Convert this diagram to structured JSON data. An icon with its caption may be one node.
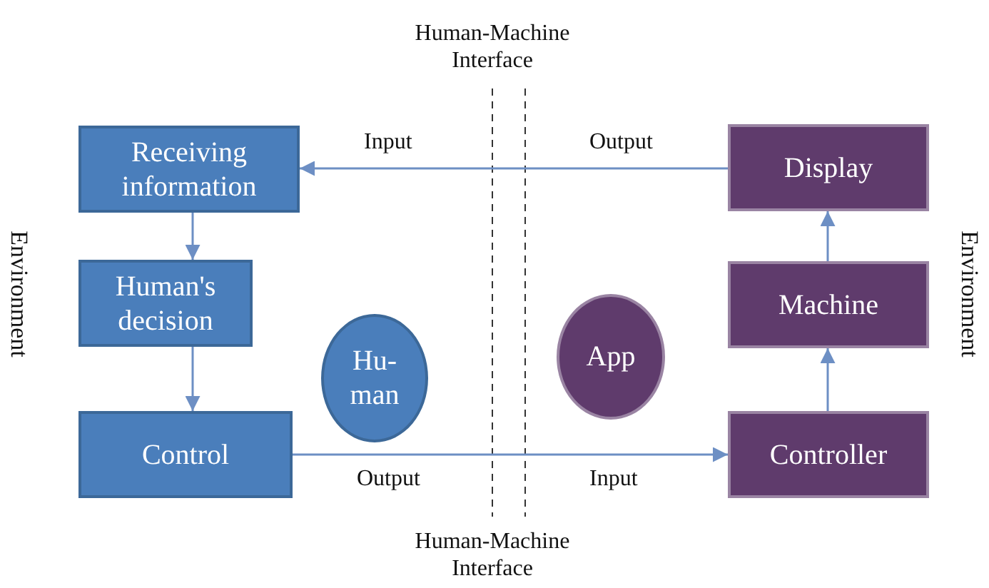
{
  "diagram": {
    "nodes": [
      {
        "text": [
          "Receiving information"
        ]
      },
      {
        "text": [
          "Human's decision"
        ]
      },
      {
        "text": [
          "Control"
        ]
      },
      {
        "text": [
          "Hu- man"
        ]
      },
      {
        "text": [
          "App"
        ]
      },
      {
        "text": [
          "Display"
        ]
      },
      {
        "text": [
          "Machine"
        ]
      },
      {
        "text": [
          "Controller"
        ]
      }
    ],
    "edges": [
      {
        "from": 0,
        "to": 1,
        "arrow": "to"
      },
      {
        "from": 1,
        "to": 2,
        "arrow": "to"
      },
      {
        "from": 2,
        "to": 7,
        "arrow": "to"
      },
      {
        "from": 7,
        "to": 6,
        "arrow": "to"
      },
      {
        "from": 6,
        "to": 5,
        "arrow": "to"
      },
      {
        "from": 5,
        "to": 0,
        "arrow": "to"
      }
    ],
    "labels": [
      "Human-Machine Interface",
      "Input",
      "Output",
      "Environment",
      "Environment",
      "Output",
      "Input",
      "Human-Machine Interface"
    ]
  }
}
